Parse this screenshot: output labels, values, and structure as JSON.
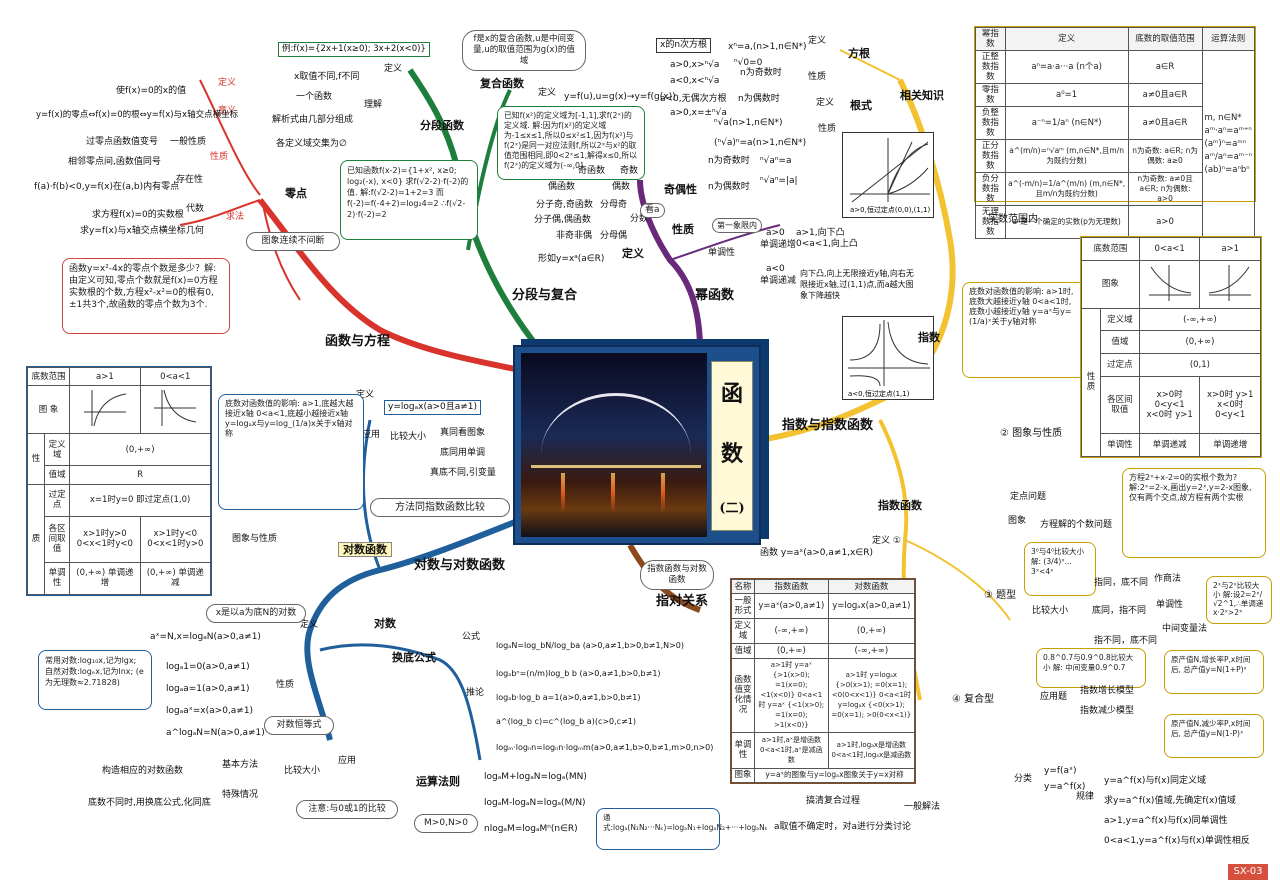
{
  "center": {
    "title1": "函",
    "title2": "数",
    "title3": "(二)"
  },
  "colors": {
    "red": "#d8342c",
    "green": "#1e7f3c",
    "purple": "#6a2a7c",
    "yellow": "#f2c230",
    "blue": "#1f5f9c",
    "brown": "#8a4a1e"
  },
  "main_branches": {
    "func_eq": "函数与方程",
    "piecewise_comp": "分段与复合",
    "power": "幂函数",
    "exp_log": "指数与指数函数",
    "exp_func": "指数函数",
    "log_func": "对数与对数函数",
    "exp_log_rel": "指对关系",
    "zero": "零点",
    "log": "对数",
    "log_func_label": "对数函数",
    "index": "指数",
    "related": "相关知识",
    "real_range": "实数范围内",
    "graph_prop": "② 图象与性质"
  },
  "zero_point": {
    "def": "定义",
    "meaning": "意义",
    "prop": "性质",
    "method": "求法",
    "def_text": "使f(x)=0的x的值",
    "meaning_text": "y=f(x)的零点⇔f(x)=0的根⇔y=f(x)与x轴交点横坐标",
    "prop1": "一般性质",
    "prop1_text": "过零点函数值变号",
    "prop1_text2": "相邻零点间,函数值同号",
    "exist": "存在性",
    "exist_text": "f(a)·f(b)<0,y=f(x)在(a,b)内有零点",
    "alg": "代数",
    "alg_text": "求方程f(x)=0的实数根",
    "geo": "几何",
    "geo_text": "求y=f(x)与x轴交点横坐标",
    "cloud": "图象连续不间断",
    "example": "函数y=x²-4x的零点个数是多少？解:由定义可知,零点个数就是f(x)=0方程实数根的个数,方程x²-x²=0的根有0,±1共3个,故函数的零点个数为3个."
  },
  "piecewise": {
    "label": "分段函数",
    "def": "定义",
    "understand": "理解",
    "example": "例:f(x)={2x+1(x≥0); 3x+2(x<0)}",
    "def_text": "x取值不同,f不同",
    "u1": "一个函数",
    "u2": "解析式由几部分组成",
    "u3": "各定义域交集为∅",
    "calc": "已知函数f(x-2)={1+x², x≥0; log₂(-x), x<0} 求f(√2-2)·f(-2)的值. 解:f(√2-2)=1+2=3 而f(-2)=f(-4+2)=log₂4=2 ∴f(√2-2)·f(-2)=2"
  },
  "composite": {
    "label": "复合函数",
    "def": "定义",
    "cloud": "f是x的复合函数,u是中间变量,u的取值范围为g(x)的值域",
    "def_text": "y=f(u),u=g(x)→y=f(g(x))",
    "example": "已知f(x²)的定义域为[-1,1],求f(2ˣ)的定义域. 解:因为f(x²)的定义域为-1≤x≤1,所以0≤x²≤1,因为f(x²)与f(2ˣ)是同一对应法则f,所以2ˣ与x²的取值范围相同,即0<2ˣ≤1,解得x≤0,所以f(2ˣ)的定义域为(-∞,0]"
  },
  "power_fn": {
    "label": "幂函数",
    "parity": "奇偶性",
    "prop": "性质",
    "def": "定义",
    "mono": "单调性",
    "odd_odd": "奇函数",
    "even_even": "偶函数",
    "parity_tag1": "奇数",
    "parity_tag2": "偶数",
    "num": "分子奇,奇函数",
    "mixed": "分子偶,偶函数",
    "neither": "非奇非偶",
    "frac": "分数",
    "num_odd": "分母奇",
    "den_even": "分母偶",
    "look": "看a",
    "def_text": "形如y=xᵃ(a∈R)",
    "first_quadrant": "第一象限内",
    "a_pos": "a>0",
    "a_pos_inc": "单调递增",
    "a_pos_cases": "a>1,向下凸 0<a<1,向上凸",
    "a_neg": "a<0",
    "a_neg_dec": "单调递减",
    "a_neg_text": "向下凸,向上无限接近y轴,向右无限接近x轴,过(1,1)点,而a越大图象下降越快",
    "graph_caption_pos": "a>0,恒过定点(0,0),(1,1)",
    "graph_caption_neg": "a<0,恒过定点(1,1)"
  },
  "radical": {
    "nth_root": "方根",
    "root": "根式",
    "def": "定义",
    "prop": "性质",
    "sqrt_def_text": "x的n次方根",
    "xn": "xⁿ=a,(n>1,n∈N*)",
    "odd_n": "n为奇数时",
    "even_n": "n为偶数时",
    "a_pos_root": "a>0,x>ⁿ√a",
    "a_neg_root": "a<0,x<ⁿ√a",
    "zero_root": "ⁿ√0=0",
    "neg_no_even": "a<0,无偶次方根",
    "pos_even": "a>0,x=±ⁿ√a",
    "rad_def": "ⁿ√a(n>1,n∈N*)",
    "rad_prop1": "(ⁿ√a)ⁿ=a(n>1,n∈N*)",
    "odd_rule": "ⁿ√aⁿ=a",
    "even_rule": "ⁿ√aⁿ=|a|"
  },
  "index_table": {
    "headers": [
      "幂指数",
      "定义",
      "底数的取值范围",
      "运算法则"
    ],
    "rows": [
      [
        "正整数指数",
        "aⁿ=a·a···a (n个a)",
        "a∈R"
      ],
      [
        "零指数",
        "a⁰=1",
        "a≠0且a∈R"
      ],
      [
        "负整数指数",
        "a⁻ⁿ=1/aⁿ (n∈N*)",
        "a≠0且a∈R"
      ],
      [
        "正分数指数",
        "a^(m/n)=ⁿ√aᵐ (m,n∈N*,且m/n为既约分数)",
        "n为奇数: a∈R; n为偶数: a≥0"
      ],
      [
        "负分数指数",
        "a^(-m/n)=1/a^(m/n) (m,n∈N*,且m/n为既约分数)",
        "n为奇数: a≠0且a∈R; n为偶数: a>0"
      ],
      [
        "无理数指数",
        "aᵖ是一个确定的实数(p为无理数)",
        "a>0"
      ]
    ],
    "rules": [
      "m, n∈N*",
      "aᵐ·aⁿ=aᵐ⁺ⁿ",
      "(aᵐ)ⁿ=aᵐⁿ",
      "aᵐ/aⁿ=aᵐ⁻ⁿ",
      "(ab)ⁿ=aⁿbⁿ"
    ]
  },
  "exp_prop_table": {
    "base": "底数范围",
    "c1": "0<a<1",
    "c2": "a>1",
    "image": "图象",
    "domain": "定义域",
    "domain_v": "(-∞,+∞)",
    "range": "值域",
    "range_v": "(0,+∞)",
    "fixed": "过定点",
    "fixed_v": "(0,1)",
    "props": "性质",
    "range_val": "各区间取值",
    "r1": "x>0时 0<y<1",
    "r2": "x<0时 y>1",
    "r3": "x>0时 y>1",
    "r4": "x<0时 0<y<1",
    "mono": "单调性",
    "m1": "单调递减",
    "m2": "单调递增",
    "note": "底数对函数值的影响: a>1时,底数大越接近y轴 0<a<1时,底数小越接近y轴 y=aˣ与y=(1/a)ˣ关于y轴对称"
  },
  "exp_func_detail": {
    "def": "定义 ①",
    "def_text": "函数 y=aˣ(a>0,a≠1,x∈R)",
    "q3": "③ 题型",
    "q4": "④ 复合型",
    "fixed_q": "定点问题",
    "image": "图象",
    "eq_count": "方程解的个数问题",
    "eq_note": "方程2ˣ+x-2=0的实根个数为? 解:2ˣ=2-x,画出y=2ˣ,y=2-x图象,仅有两个交点,故方程有两个实根",
    "compare": "比较大小",
    "cmp_note": "3⁰与4⁰比较大小 解: (3/4)ˣ... 3ˣ<4ˣ",
    "same_base": "指同，底不同",
    "mono_method": "作商法",
    "base_same": "底同，指不同",
    "mono2": "单调性",
    "all_diff": "指不同，底不同",
    "mid": "中间变量法",
    "note2": "2ˣ与2ˣ比较大小 解:设2=2ˣ/√2^1,∴单调递x·2ˣ>2ˣ",
    "mid_note": "0.8^0.7与0.9^0.8比较大小 解: 中间变量0.9^0.7",
    "app": "应用题",
    "growth": "指数增长模型",
    "decay": "指数减少模型",
    "growth_note": "原产值N,增长率P,x时间后, 总产值y=N(1+P)ˣ",
    "decay_note": "原产值N,减少率P,x时间后, 总产值y=N(1-P)ˣ",
    "cls": "分类",
    "y1": "y=f(aˣ)",
    "y2": "y=a^f(x)",
    "law": "规律",
    "law1": "y=a^f(x)与f(x)同定义域",
    "law2": "求y=a^f(x)值域,先确定f(x)值域",
    "law3": "a>1,y=a^f(x)与f(x)同单调性",
    "law4": "0<a<1,y=a^f(x)与f(x)单调性相反",
    "general": "一般解法",
    "g1": "搞清复合过程",
    "g2": "a取值不确定时，对a进行分类讨论"
  },
  "compare_table": {
    "headers": [
      "名称",
      "指数函数",
      "对数函数"
    ],
    "rows": [
      [
        "一般形式",
        "y=aˣ(a>0,a≠1)",
        "y=logₐx(a>0,a≠1)"
      ],
      [
        "定义域",
        "(-∞,+∞)",
        "(0,+∞)"
      ],
      [
        "值域",
        "(0,+∞)",
        "(-∞,+∞)"
      ],
      [
        "函数值变化情况",
        "a>1时 y=aˣ {>1(x>0); =1(x=0); <1(x<0)} 0<a<1时 y=aˣ {<1(x>0); =1(x=0); >1(x<0)}",
        "a>1时 y=logₐx {>0(x>1); =0(x=1); <0(0<x<1)} 0<a<1时 y=logₐx {<0(x>1); =0(x=1); >0(0<x<1)}"
      ],
      [
        "单调性",
        "a>1时,aˣ是增函数 0<a<1时,aˣ是减函数",
        "a>1时,logₐx是增函数 0<a<1时,logₐx是减函数"
      ],
      [
        "图象",
        "y=aˣ的图象与y=logₐx图象关于y=x对称",
        ""
      ]
    ],
    "cloud": "指数函数与对数函数"
  },
  "log_fn": {
    "def": "定义",
    "def_text": "y=logₐx(a>0且a≠1)",
    "apply": "应用",
    "cmp": "比较大小",
    "c1": "真同看图象",
    "c2": "底同用单调",
    "c3": "真底不同,引变量",
    "cloud": "方法同指数函数比较",
    "img_prop": "图象与性质",
    "note": "底数对函数值的影响: a>1,底越大越接近x轴 0<a<1,底越小越接近x轴 y=logₐx与y=log_(1/a)x关于x轴对称",
    "table_base": "底数范围",
    "a1": "a>1",
    "a2": "0<a<1",
    "image": "图 象",
    "prop": "性",
    "qual": "质",
    "domain": "定义域",
    "domain_v": "(0,+∞)",
    "range": "值域",
    "range_v": "R",
    "fixed": "过定点",
    "fixed_v": "x=1时y=0  即过定点(1,0)",
    "rv": "各区间取值",
    "rv1": "x>1时y>0 0<x<1时y<0",
    "rv2": "x>1时y<0 0<x<1时y>0",
    "mono": "单调性",
    "m1": "(0,+∞) 单调递增",
    "m2": "(0,+∞) 单调递减"
  },
  "log": {
    "def": "定义",
    "def_note": "x是以a为底N的对数",
    "def_text": "aˣ=N,x=logₐN(a>0,a≠1)",
    "prop": "性质",
    "p1": "logₐ1=0(a>0,a≠1)",
    "p2": "logₐa=1(a>0,a≠1)",
    "p3": "logₐaˣ=x(a>0,a≠1)",
    "p4": "a^logₐN=N(a>0,a≠1)",
    "identity": "对数恒等式",
    "common": "常用对数:log₁₀x,记为lgx; 自然对数:logₑx,记为lnx; (e为无理数≈2.71828)",
    "apply": "应用",
    "cmp": "比较大小",
    "basic": "基本方法",
    "basic_text": "构造相应的对数函数",
    "special": "特殊情况",
    "special_text": "底数不同时,用换底公式,化同底",
    "cloud": "注意:与0或1的比较",
    "change": "换底公式",
    "formula": "公式",
    "f_text": "logₐN=log_bN/log_ba (a>0,a≠1,b>0,b≠1,N>0)",
    "corollary": "推论",
    "c1": "logₐbⁿ=(n/m)log_b b (a>0,a≠1,b>0,b≠1)",
    "c2": "logₐb·log_b a=1(a>0,a≠1,b>0,b≠1)",
    "c3": "a^(log_b c)=c^(log_b a)(c>0,c≠1)",
    "c4": "logₘ·logₙn=logₙn·logₘm(a>0,a≠1,b>0,b≠1,m>0,n>0)",
    "ops": "运算法则",
    "o1": "logₐM+logₐN=logₐ(MN)",
    "o2": "logₐM-logₐN=logₐ(M/N)",
    "o3": "nlogₐM=logₐMⁿ(n∈R)",
    "cond": "M>0,N>0",
    "ext": "通式:logₐ(N₁N₂···Nₖ)=logₐN₁+logₐN₂+···+logₐNₖ"
  },
  "page": "SX-03"
}
